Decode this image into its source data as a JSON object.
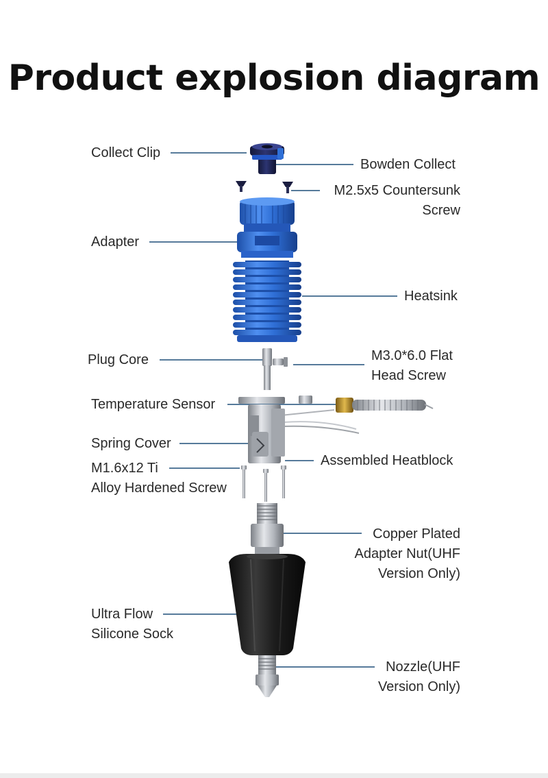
{
  "title": "Product explosion diagram",
  "colors": {
    "leader_line": "#1f4e79",
    "anodized_blue": "#2f6fd6",
    "sock_black": "#1b1b1b",
    "steel": "#b8bcc2",
    "brass": "#b8902e"
  },
  "labels": {
    "collect_clip": "Collect Clip",
    "bowden_collect": "Bowden Collect",
    "countersunk_screw_1": "M2.5x5 Countersunk",
    "countersunk_screw_2": "Screw",
    "adapter": "Adapter",
    "heatsink": "Heatsink",
    "plug_core": "Plug Core",
    "flat_head_screw_1": "M3.0*6.0 Flat",
    "flat_head_screw_2": "Head Screw",
    "temperature_sensor": "Temperature Sensor",
    "spring_cover": "Spring Cover",
    "assembled_heatblock": "Assembled Heatblock",
    "ti_screw_1": "M1.6x12 Ti",
    "ti_screw_2": "Alloy Hardened Screw",
    "adapter_nut_1": "Copper Plated",
    "adapter_nut_2": "Adapter Nut(UHF",
    "adapter_nut_3": "Version Only)",
    "silicone_sock_1": "Ultra Flow",
    "silicone_sock_2": "Silicone Sock",
    "nozzle_1": "Nozzle(UHF",
    "nozzle_2": "Version Only)"
  }
}
